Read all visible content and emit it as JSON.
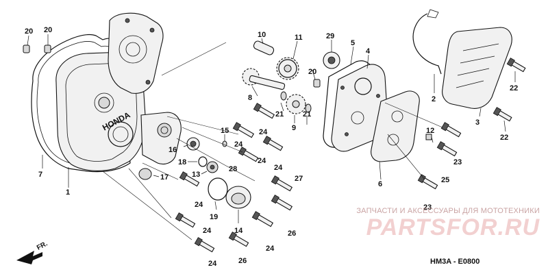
{
  "callouts": [
    "1",
    "2",
    "3",
    "4",
    "5",
    "6",
    "7",
    "8",
    "9",
    "10",
    "11",
    "12",
    "13",
    "14",
    "15",
    "16",
    "17",
    "18",
    "19",
    "20",
    "21",
    "22",
    "23",
    "24",
    "25",
    "26",
    "27",
    "28",
    "29"
  ],
  "watermark": {
    "caption": "ЗАПЧАСТИ И АКСЕССУАРЫ ДЛЯ МОТОТЕХНИКИ",
    "logo": "PARTSFOR.RU"
  },
  "brand_mark": "HONDA",
  "diagram_code": "HM3A - E0800",
  "front_arrow_label": "FR."
}
